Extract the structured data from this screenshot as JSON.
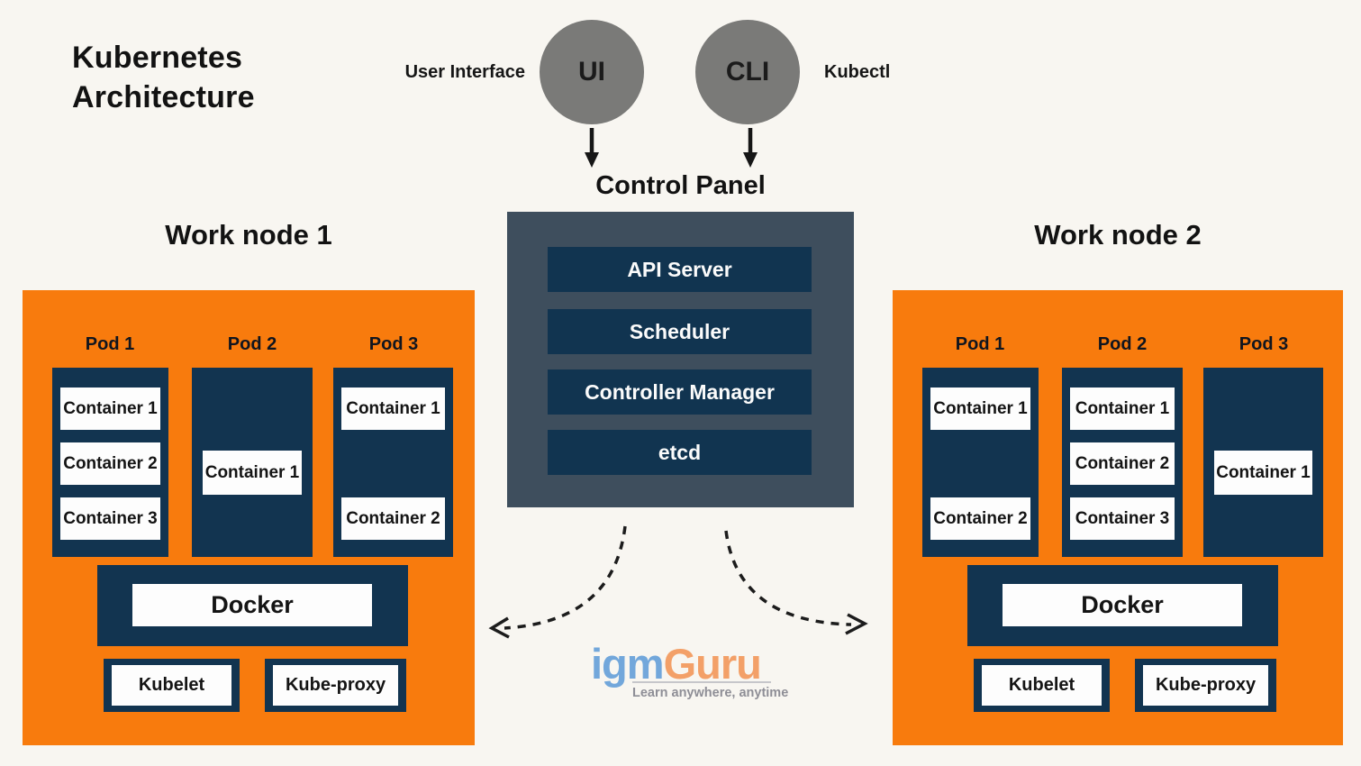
{
  "page": {
    "title": "Kubernetes Architecture"
  },
  "top_row": {
    "user_interface_label": "User Interface",
    "ui_circle_label": "UI",
    "cli_circle_label": "CLI",
    "kubectl_label": "Kubectl"
  },
  "control_panel": {
    "title": "Control Panel",
    "components": [
      "API Server",
      "Scheduler",
      "Controller Manager",
      "etcd"
    ]
  },
  "nodes": [
    {
      "title": "Work node 1",
      "pods": [
        {
          "label": "Pod 1",
          "containers": [
            "Container 1",
            "Container 2",
            "Container 3"
          ]
        },
        {
          "label": "Pod 2",
          "containers": [
            "Container 1"
          ]
        },
        {
          "label": "Pod 3",
          "containers": [
            "Container 1",
            "Container 2"
          ]
        }
      ],
      "docker_label": "Docker",
      "kubelet_label": "Kubelet",
      "kube_proxy_label": "Kube-proxy"
    },
    {
      "title": "Work node 2",
      "pods": [
        {
          "label": "Pod 1",
          "containers": [
            "Container 1",
            "Container 2"
          ]
        },
        {
          "label": "Pod 2",
          "containers": [
            "Container 1",
            "Container 2",
            "Container 3"
          ]
        },
        {
          "label": "Pod 3",
          "containers": [
            "Container 1"
          ]
        }
      ],
      "docker_label": "Docker",
      "kubelet_label": "Kubelet",
      "kube_proxy_label": "Kube-proxy"
    }
  ],
  "logo": {
    "word_blue": "igm",
    "word_orange": "Guru",
    "tagline": "Learn anywhere, anytime"
  },
  "colors": {
    "background": "#F8F6F1",
    "node_orange": "#F87B0D",
    "pod_navy": "#123450",
    "control_panel_slate": "#3E4E5D",
    "circle_gray": "#7A7A78",
    "logo_blue": "#72A7DB",
    "logo_orange": "#F3A068",
    "tagline_gray": "#8E8E96"
  }
}
